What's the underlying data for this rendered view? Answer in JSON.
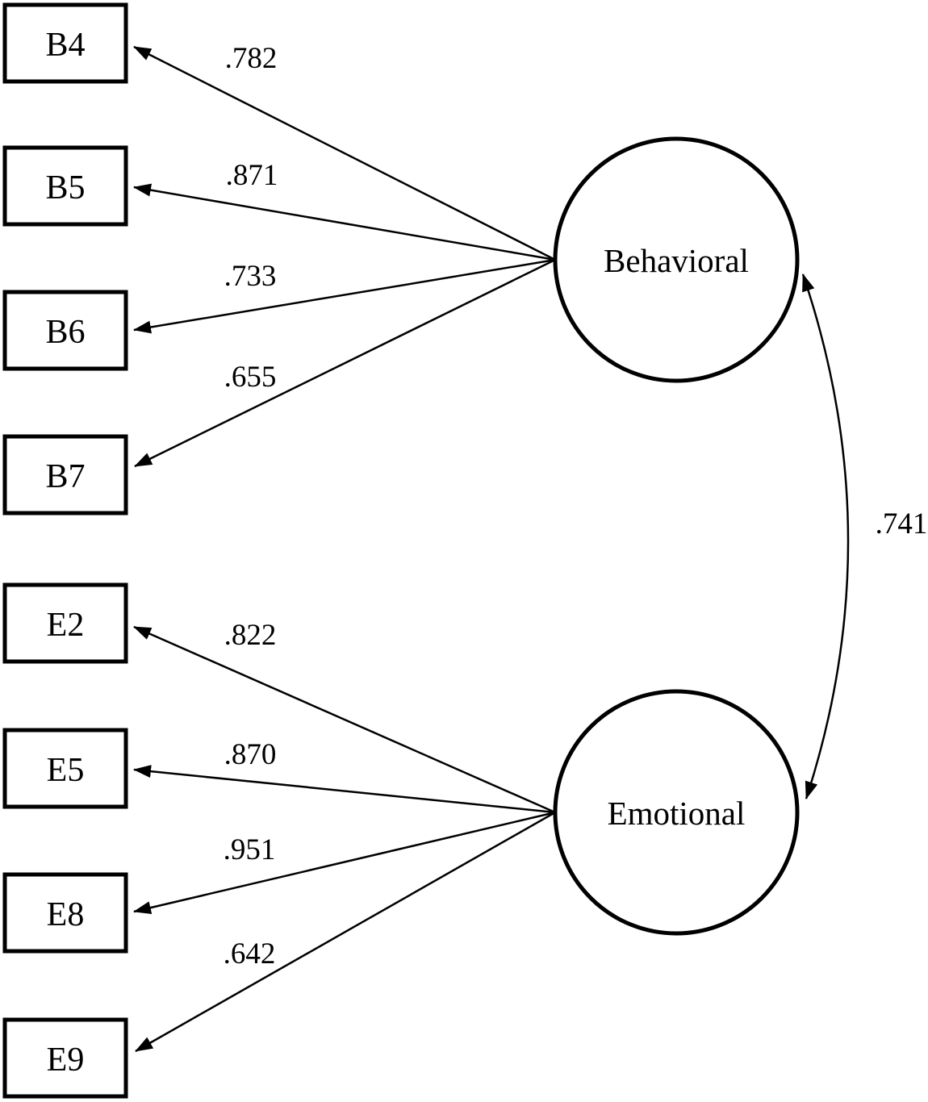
{
  "diagram": {
    "kind": "confirmatory-factor-analysis-path-diagram",
    "background_color": "#ffffff",
    "line_color": "#000000",
    "factors": [
      {
        "label": "Behavioral"
      },
      {
        "label": "Emotional"
      }
    ],
    "indicators": [
      {
        "label": "B4",
        "loading": ".782",
        "factor": "Behavioral"
      },
      {
        "label": "B5",
        "loading": ".871",
        "factor": "Behavioral"
      },
      {
        "label": "B6",
        "loading": ".733",
        "factor": "Behavioral"
      },
      {
        "label": "B7",
        "loading": ".655",
        "factor": "Behavioral"
      },
      {
        "label": "E2",
        "loading": ".822",
        "factor": "Emotional"
      },
      {
        "label": "E5",
        "loading": ".870",
        "factor": "Emotional"
      },
      {
        "label": "E8",
        "loading": ".951",
        "factor": "Emotional"
      },
      {
        "label": "E9",
        "loading": ".642",
        "factor": "Emotional"
      }
    ],
    "correlation": {
      "between": [
        "Behavioral",
        "Emotional"
      ],
      "value": ".741"
    }
  }
}
